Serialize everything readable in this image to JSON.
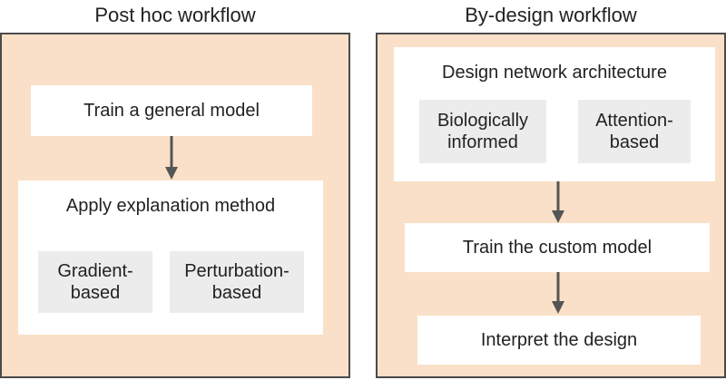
{
  "left_panel": {
    "title": "Post hoc workflow",
    "step1": "Train a general model",
    "step2": "Apply explanation method",
    "chips": [
      "Gradient-\nbased",
      "Perturbation-\nbased"
    ]
  },
  "right_panel": {
    "title": "By-design workflow",
    "step1": "Design network architecture",
    "chips": [
      "Biologically\ninformed",
      "Attention-\nbased"
    ],
    "step2": "Train the custom model",
    "step3": "Interpret the design"
  },
  "colors": {
    "panel_fill": "#fae0c8",
    "panel_border": "#4a4a4a",
    "chip_fill": "#ececec",
    "arrow": "#555555"
  }
}
